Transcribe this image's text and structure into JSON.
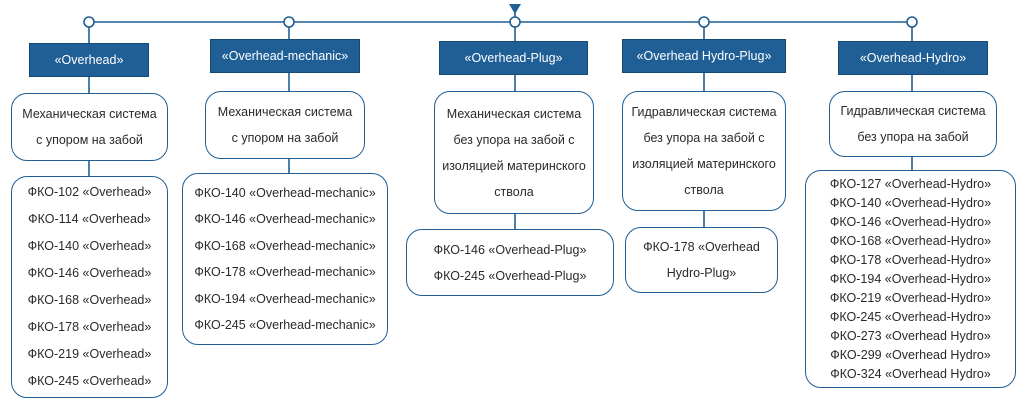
{
  "columns": [
    {
      "header": "«Overhead»",
      "description": [
        "Механическая система",
        "с упором на забой"
      ],
      "products": [
        "ФКО-102 «Overhead»",
        "ФКО-114 «Overhead»",
        "ФКО-140 «Overhead»",
        "ФКО-146 «Overhead»",
        "ФКО-168 «Overhead»",
        "ФКО-178 «Overhead»",
        "ФКО-219 «Overhead»",
        "ФКО-245 «Overhead»"
      ]
    },
    {
      "header": "«Overhead-mechanic»",
      "description": [
        "Механическая система",
        "с упором на забой"
      ],
      "products": [
        "ФКО-140 «Overhead-mechanic»",
        "ФКО-146 «Overhead-mechanic»",
        "ФКО-168 «Overhead-mechanic»",
        "ФКО-178 «Overhead-mechanic»",
        "ФКО-194 «Overhead-mechanic»",
        "ФКО-245 «Overhead-mechanic»"
      ]
    },
    {
      "header": "«Overhead-Plug»",
      "description": [
        "Механическая система",
        "без упора на забой с",
        "изоляцией материнского",
        "ствола"
      ],
      "products": [
        "ФКО-146 «Overhead-Plug»",
        "ФКО-245 «Overhead-Plug»"
      ]
    },
    {
      "header": "«Overhead Hydro-Plug»",
      "description": [
        "Гидравлическая система",
        "без упора на забой с",
        "изоляцией материнского",
        "ствола"
      ],
      "products": [
        "ФКО-178 «Overhead",
        "Hydro-Plug»"
      ]
    },
    {
      "header": "«Overhead-Hydro»",
      "description": [
        "Гидравлическая система",
        "без упора на забой"
      ],
      "products": [
        "ФКО-127 «Overhead-Hydro»",
        "ФКО-140 «Overhead-Hydro»",
        "ФКО-146 «Overhead-Hydro»",
        "ФКО-168 «Overhead-Hydro»",
        "ФКО-178 «Overhead-Hydro»",
        "ФКО-194 «Overhead-Hydro»",
        "ФКО-219 «Overhead-Hydro»",
        "ФКО-245 «Overhead-Hydro»",
        "ФКО-273 «Overhead Hydro»",
        "ФКО-299 «Overhead Hydro»",
        "ФКО-324 «Overhead Hydro»"
      ]
    }
  ],
  "colors": {
    "accent": "#1f5f95",
    "line": "#1f5f95"
  }
}
